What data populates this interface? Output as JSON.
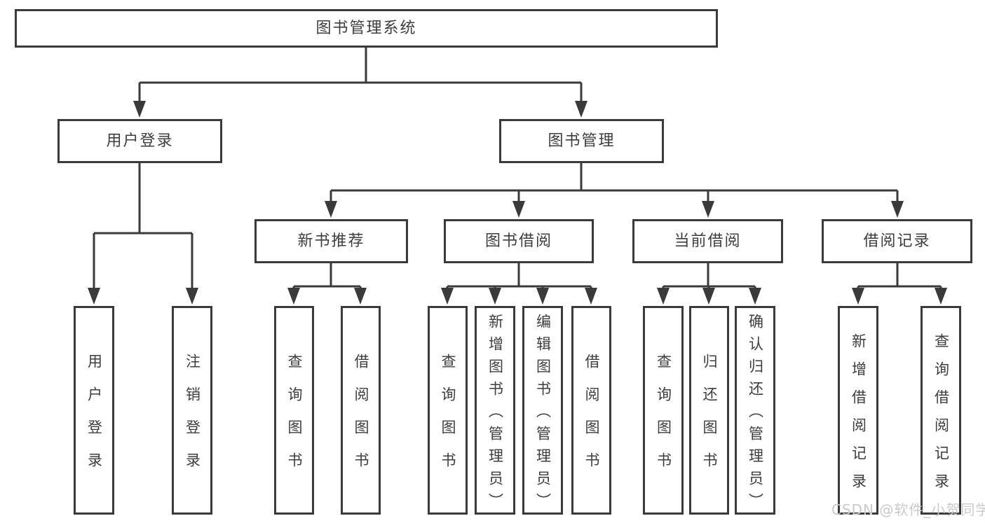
{
  "tree": {
    "root": "图书管理系统",
    "user_login_group": {
      "label": "用户登录",
      "user_login": "用户登录",
      "logout": "注销登录"
    },
    "book_management": {
      "label": "图书管理",
      "new_book_recommend": {
        "label": "新书推荐",
        "query_books": "查询图书",
        "borrow_books": "借阅图书"
      },
      "book_borrowing": {
        "label": "图书借阅",
        "query_books": "查询图书",
        "add_books": "新增图书（管理员）",
        "edit_books": "编辑图书（管理员）",
        "borrow_books": "借阅图书"
      },
      "current_borrowing": {
        "label": "当前借阅",
        "query_books": "查询图书",
        "return_books": "归还图书",
        "confirm_return": "确认归还（管理员）"
      },
      "borrowing_records": {
        "label": "借阅记录",
        "add_record": "新增借阅记录",
        "query_record": "查询借阅记录"
      }
    }
  },
  "watermark": {
    "text": "CSDN @软件_小贺同学",
    "color": "#c9c9c9"
  },
  "colors": {
    "line": "#3a3a3a",
    "text": "#3d3d3d",
    "box_background": "#ffffff",
    "page_background": "#ffffff"
  }
}
